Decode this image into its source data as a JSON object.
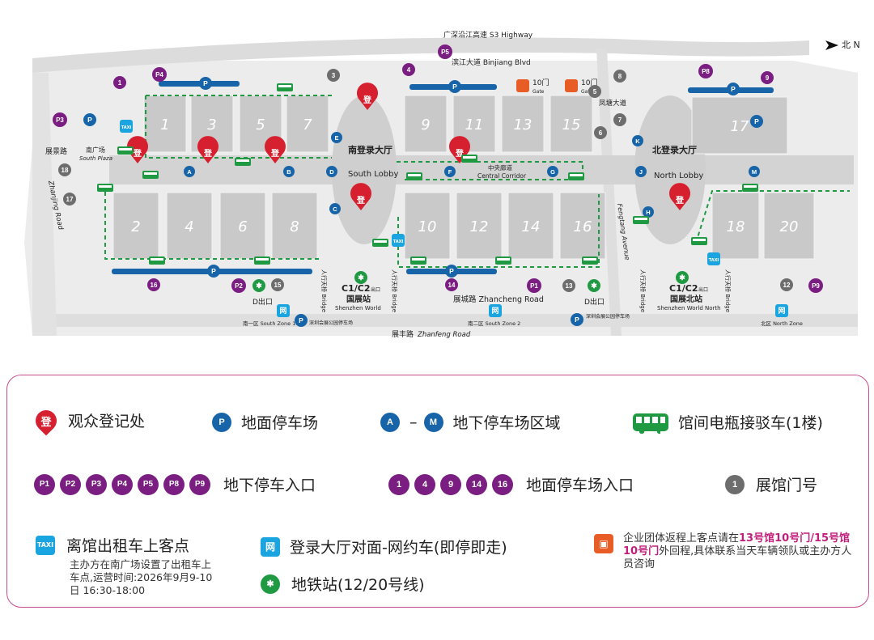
{
  "map": {
    "compass": "北 N",
    "roads": {
      "highway": "广深沿江高速 S3 Highway",
      "binjiang": "滨江大道 Binjiang Blvd",
      "zhancheng": "展城路 Zhancheng Road",
      "zhanfeng_cn": "展丰路",
      "zhanfeng_en": "Zhanfeng Road",
      "zhanjing_cn": "展景路",
      "zhanjing_en": "Zhanjing Road",
      "fengtang_cn": "凤塘大道",
      "fengtang_en": "Fengtang Avenue",
      "bridge": "人行天桥 Bridge",
      "central_corridor_cn": "中央廊道",
      "central_corridor_en": "Central Corridor",
      "south_plaza_cn": "南广场",
      "south_plaza_en": "South Plaza"
    },
    "halls": [
      "1",
      "3",
      "5",
      "7",
      "9",
      "11",
      "13",
      "15",
      "17",
      "2",
      "4",
      "6",
      "8",
      "10",
      "12",
      "14",
      "16",
      "18",
      "20"
    ],
    "south_lobby": {
      "cn": "南登录大厅",
      "en": "South Lobby"
    },
    "north_lobby": {
      "cn": "北登录大厅",
      "en": "North Lobby"
    },
    "stations": {
      "south": {
        "line": "C1/C2",
        "exit": "出口",
        "cn": "国展站",
        "en": "Shenzhen World"
      },
      "north": {
        "line": "C1/C2",
        "exit": "出口",
        "cn": "国展北站",
        "en": "Shenzhen World North"
      },
      "d_exit": "D出口"
    },
    "gates": {
      "gate10": "10门",
      "gate_en": "Gate"
    },
    "zones": {
      "south1": "南一区 South Zone 1",
      "south2": "南二区 South Zone 2",
      "north": "北区 North Zone",
      "parking_sw": "深圳会展公园停车场"
    },
    "underground_zones": [
      "A",
      "B",
      "C",
      "D",
      "E",
      "F",
      "G",
      "H",
      "J",
      "K",
      "M"
    ],
    "gate_numbers": [
      "1",
      "3",
      "4",
      "5",
      "6",
      "7",
      "8",
      "9",
      "12",
      "13",
      "14",
      "15",
      "16",
      "17",
      "18"
    ],
    "parking_entries": [
      "P1",
      "P2",
      "P3",
      "P4",
      "P5",
      "P8",
      "P9"
    ],
    "reg": "登",
    "p": "P",
    "taxi": "TAXI",
    "net": "网"
  },
  "legend": {
    "registration": "观众登记处",
    "ground_parking": "地面停车场",
    "underground_zone": "地下停车场区域",
    "underground_zone_range": [
      "A",
      "M"
    ],
    "shuttle": "馆间电瓶接驳车(1楼)",
    "underground_entry": "地下停车入口",
    "underground_entry_list": [
      "P1",
      "P2",
      "P3",
      "P4",
      "P5",
      "P8",
      "P9"
    ],
    "ground_entry": "地面停车场入口",
    "ground_entry_list": [
      "1",
      "4",
      "9",
      "14",
      "16"
    ],
    "hall_gate": "展馆门号",
    "hall_gate_sample": "1",
    "taxi": "离馆出租车上客点",
    "taxi_note": "主办方在南广场设置了出租车上车点,运营时间:2026年9月9-10日 16:30-18:00",
    "ride_hail": "登录大厅对面-网约车(即停即走)",
    "metro": "地铁站(12/20号线)",
    "group_note_pre": "企业团体返程上客点请在",
    "group_note_hl": "13号馆10号门/15号馆10号门",
    "group_note_post": "外回程,具体联系当天车辆领队或主办方人员咨询"
  },
  "colors": {
    "red": "#d6202f",
    "purple": "#7a1e82",
    "blue": "#1765a8",
    "green": "#1f9a43",
    "gray": "#6d6d6d",
    "magenta_border": "#c94b8f"
  }
}
